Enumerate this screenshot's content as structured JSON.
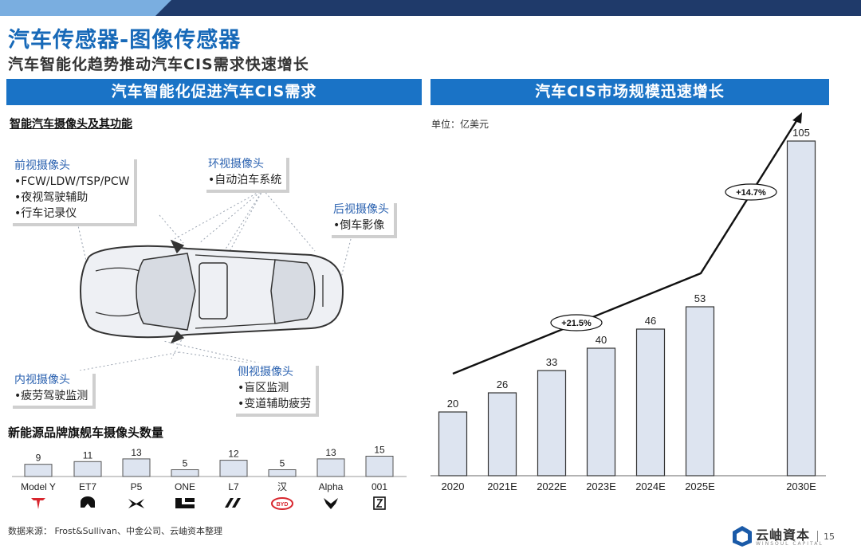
{
  "header": {
    "title": "汽车传感器-图像传感器",
    "subtitle": "汽车智能化趋势推动汽车CIS需求快速增长"
  },
  "left_panel": {
    "banner": "汽车智能化促进汽车CIS需求",
    "section1_title": "智能汽车摄像头及其功能",
    "cameras": [
      {
        "title": "前视摄像头",
        "items": [
          "•FCW/LDW/TSP/PCW",
          "•夜视驾驶辅助",
          "•行车记录仪"
        ]
      },
      {
        "title": "环视摄像头",
        "items": [
          "•自动泊车系统"
        ]
      },
      {
        "title": "后视摄像头",
        "items": [
          "•倒车影像"
        ]
      },
      {
        "title": "内视摄像头",
        "items": [
          "•疲劳驾驶监测"
        ]
      },
      {
        "title": "侧视摄像头",
        "items": [
          "•盲区监测",
          "•变道辅助疲劳"
        ]
      }
    ],
    "section2_title": "新能源品牌旗舰车摄像头数量"
  },
  "right_panel": {
    "banner": "汽车CIS市场规模迅速增长",
    "unit": "单位：亿美元"
  },
  "chart_data": [
    {
      "type": "bar",
      "title": "新能源品牌旗舰车摄像头数量",
      "categories": [
        "Model Y",
        "ET7",
        "P5",
        "ONE",
        "L7",
        "汉",
        "Alpha",
        "001"
      ],
      "values": [
        9,
        11,
        13,
        5,
        12,
        5,
        13,
        15
      ],
      "brand_logos": [
        "tesla-logo",
        "nio-logo",
        "xpeng-logo",
        "li-auto-logo",
        "im-logo",
        "byd-logo",
        "arcfox-logo",
        "zeekr-logo"
      ]
    },
    {
      "type": "bar",
      "title": "汽车CIS市场规模迅速增长",
      "unit": "单位：亿美元",
      "categories": [
        "2020",
        "2021E",
        "2022E",
        "2023E",
        "2024E",
        "2025E",
        "2030E"
      ],
      "values": [
        20,
        26,
        33,
        40,
        46,
        53,
        105
      ],
      "growth_annotations": [
        "+21.5%",
        "+14.7%"
      ],
      "bar_color": "#dde4f0"
    }
  ],
  "footer": {
    "source": "数据来源： Frost&Sullivan、中金公司、云岫资本整理",
    "logo_text": "云岫資本",
    "logo_sub": "WINSOUL CAPITAL",
    "page_number": "15"
  },
  "colors": {
    "accent": "#1a73c6",
    "top_bar": "#1f3a6a",
    "bar_fill": "#dde4f0",
    "camera_title": "#2b62b0"
  }
}
